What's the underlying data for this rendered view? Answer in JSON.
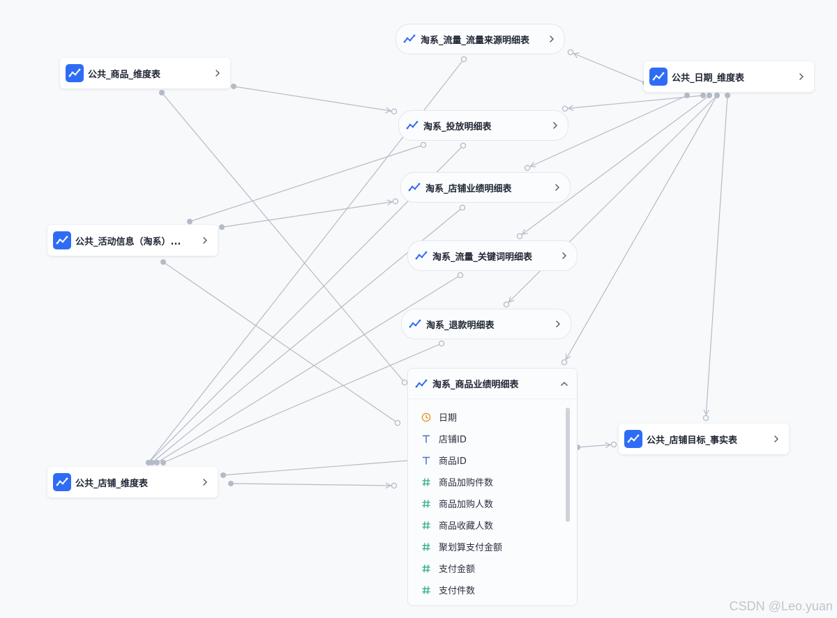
{
  "colors": {
    "accent": "#2f6cf6",
    "edge": "#b4bac6",
    "clock": "#e39a2b",
    "text_field": "#4a72c4",
    "number_field": "#3bb08f"
  },
  "nodes": {
    "product_dim": {
      "label": "公共_商品_维度表",
      "icon": "chart-line-icon"
    },
    "traffic_source": {
      "label": "淘系_流量_流量来源明细表",
      "icon": "chart-line-icon"
    },
    "date_dim": {
      "label": "公共_日期_维度表",
      "icon": "chart-line-icon"
    },
    "ad_detail": {
      "label": "淘系_投放明细表",
      "icon": "chart-line-icon"
    },
    "store_perf": {
      "label": "淘系_店铺业绩明细表",
      "icon": "chart-line-icon"
    },
    "activity_info": {
      "label": "公共_活动信息（淘系）...",
      "icon": "chart-line-icon"
    },
    "keyword_detail": {
      "label": "淘系_流量_关键词明细表",
      "icon": "chart-line-icon"
    },
    "refund_detail": {
      "label": "淘系_退款明细表",
      "icon": "chart-line-icon"
    },
    "product_perf": {
      "label": "淘系_商品业绩明细表",
      "icon": "chart-line-icon"
    },
    "store_target": {
      "label": "公共_店铺目标_事实表",
      "icon": "chart-line-icon"
    },
    "store_dim": {
      "label": "公共_店铺_维度表",
      "icon": "chart-line-icon"
    }
  },
  "product_perf_fields": [
    {
      "name": "日期",
      "type": "date",
      "icon": "clock-icon"
    },
    {
      "name": "店铺ID",
      "type": "text",
      "icon": "text-type-icon"
    },
    {
      "name": "商品ID",
      "type": "text",
      "icon": "text-type-icon"
    },
    {
      "name": "商品加购件数",
      "type": "number",
      "icon": "hash-icon"
    },
    {
      "name": "商品加购人数",
      "type": "number",
      "icon": "hash-icon"
    },
    {
      "name": "商品收藏人数",
      "type": "number",
      "icon": "hash-icon"
    },
    {
      "name": "聚划算支付金额",
      "type": "number",
      "icon": "hash-icon"
    },
    {
      "name": "支付金额",
      "type": "number",
      "icon": "hash-icon"
    },
    {
      "name": "支付件数",
      "type": "number",
      "icon": "hash-icon"
    }
  ],
  "watermark": "CSDN @Leo.yuan"
}
